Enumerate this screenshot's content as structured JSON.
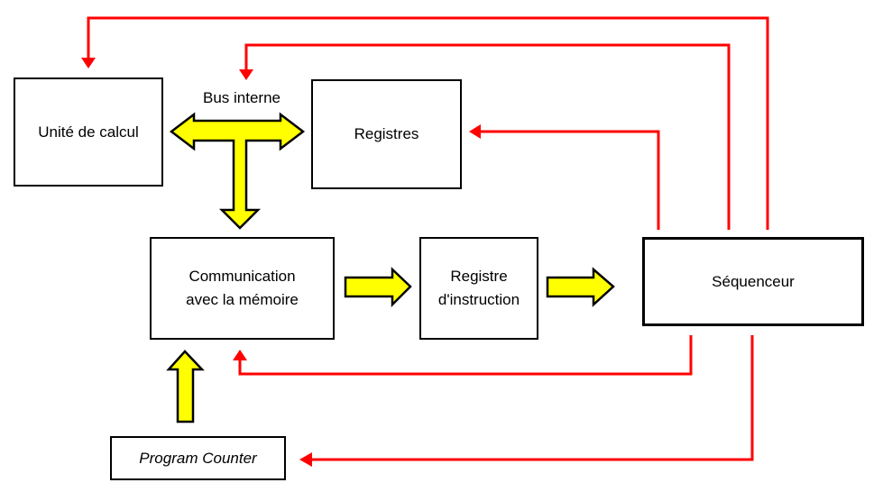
{
  "diagram": {
    "background": "#ffffff",
    "colors": {
      "connector": "#ff0000",
      "arrow_fill": "#ffff00",
      "arrow_outline": "#000000",
      "box_border": "#000000",
      "text": "#000000"
    },
    "boxes": {
      "unite_calcul": {
        "label": "Unité de calcul"
      },
      "registres": {
        "label": "Registres"
      },
      "communication": {
        "line1": "Communication",
        "line2": "avec la mémoire"
      },
      "registre_instruction": {
        "line1": "Registre",
        "line2": "d'instruction"
      },
      "sequenceur": {
        "label": "Séquenceur"
      },
      "program_counter": {
        "label": "Program Counter"
      }
    },
    "labels": {
      "bus_interne": "Bus interne"
    }
  }
}
